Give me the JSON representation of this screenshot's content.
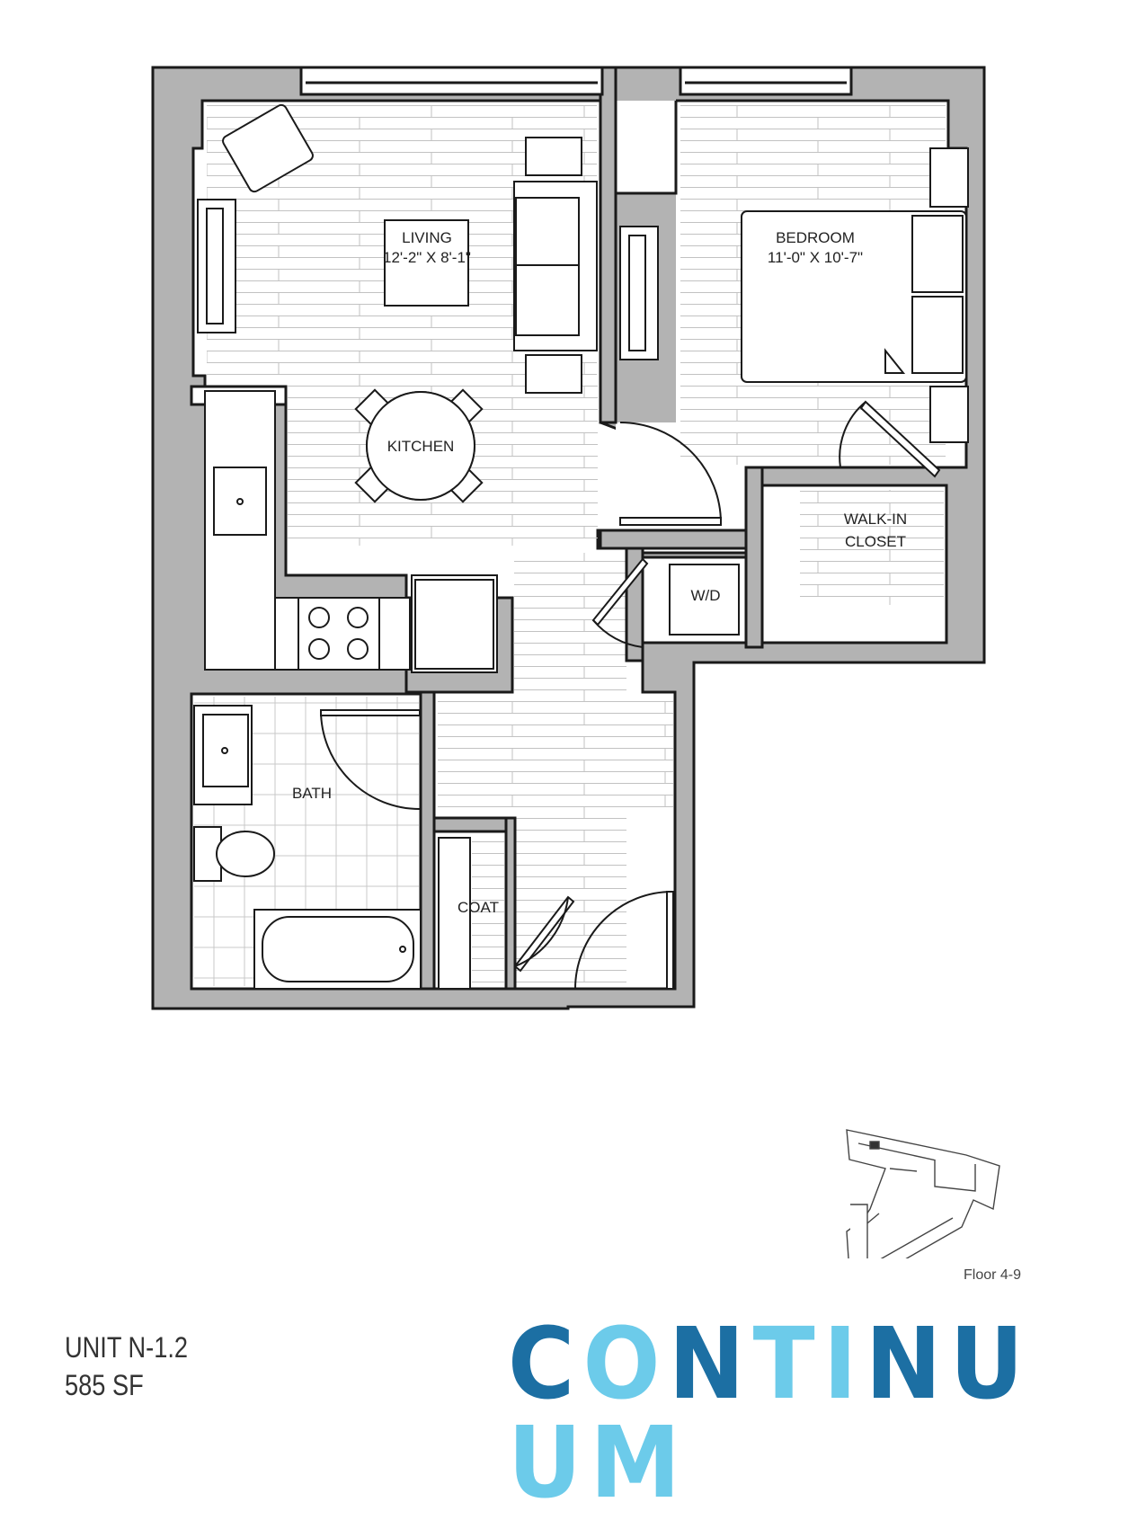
{
  "rooms": {
    "living": {
      "name": "LIVING",
      "dims": "12'-2\" X 8'-1\""
    },
    "bedroom": {
      "name": "BEDROOM",
      "dims": "11'-0\" X 10'-7\""
    },
    "kitchen": "KITCHEN",
    "walkin_closet": [
      "WALK-IN",
      "CLOSET"
    ],
    "wd": "W/D",
    "bath": "BATH",
    "coat": "COAT"
  },
  "key_plan": {
    "label": "Floor 4-9"
  },
  "unit": {
    "name": "UNIT N-1.2",
    "area": "585 SF"
  },
  "brand": {
    "letters": [
      "C",
      "O",
      "N",
      "T",
      "I",
      "N",
      "U",
      "U",
      "M"
    ],
    "colors": [
      "#1c6fa3",
      "#6ccbea",
      "#1c6fa3",
      "#6ccbea",
      "#6ccbea",
      "#1c6fa3",
      "#1c6fa3",
      "#6ccbea",
      "#6ccbea"
    ]
  },
  "colors": {
    "wall": "#b3b3b3",
    "line": "#1a1a1a",
    "floor_line": "#bdbdbd"
  }
}
